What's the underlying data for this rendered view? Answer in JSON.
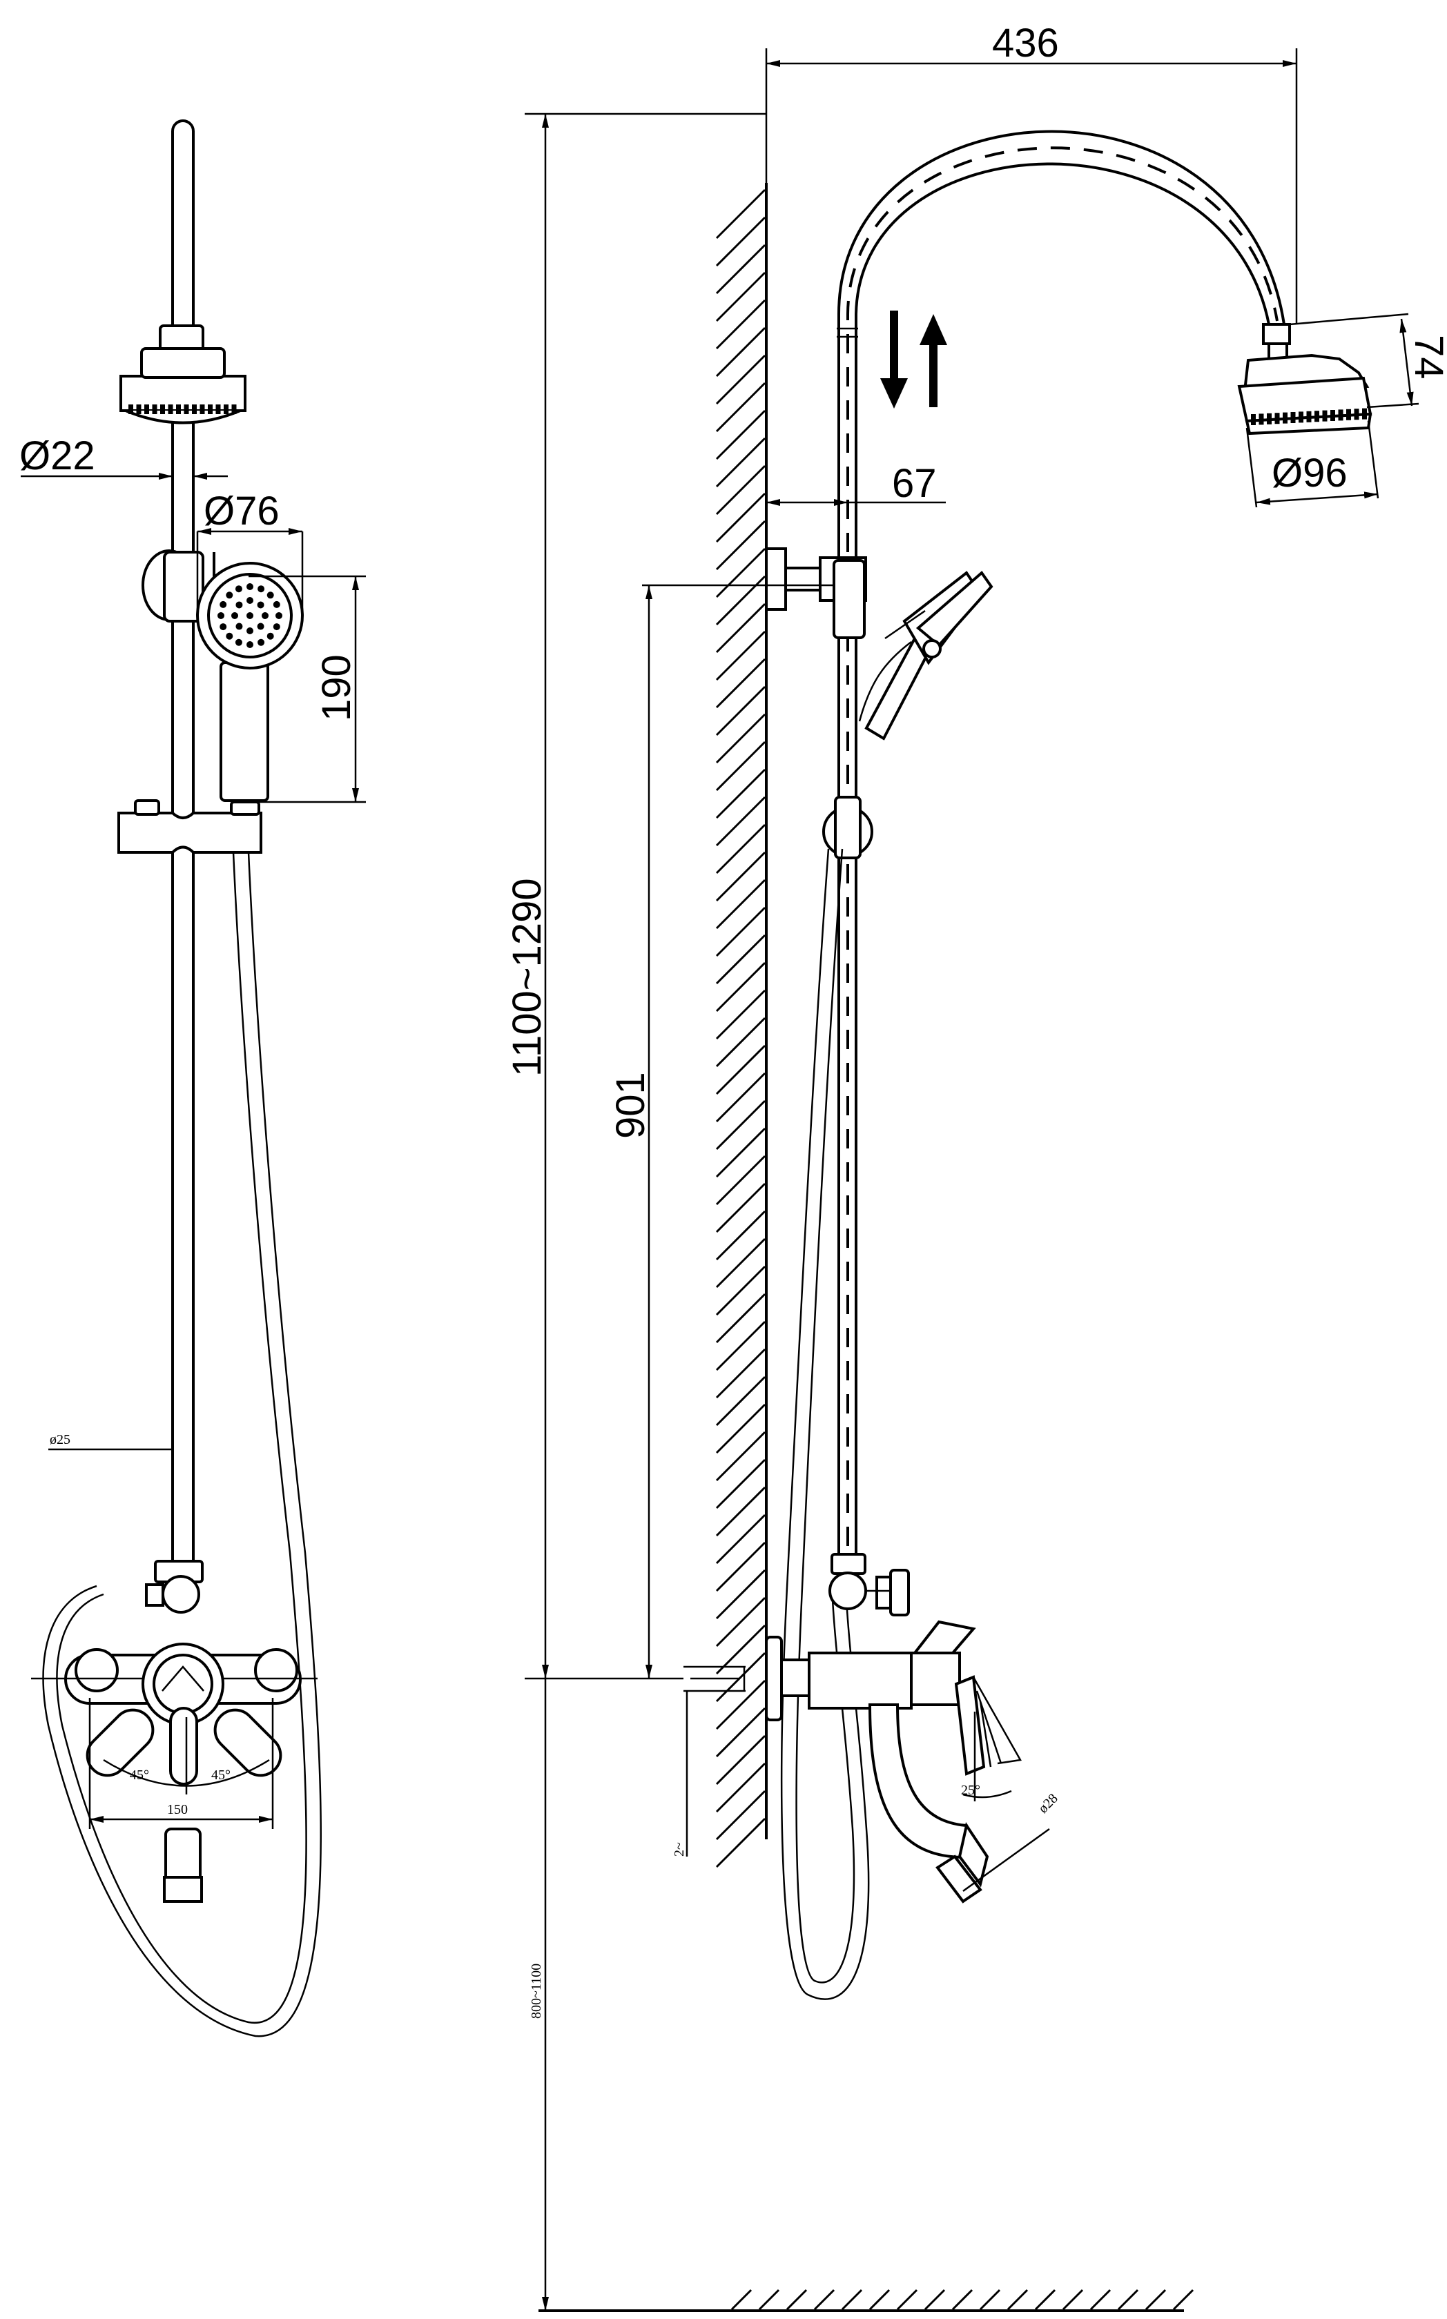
{
  "dimensions": {
    "front_bar_diameter": "Ø22",
    "front_handshower_diameter": "Ø76",
    "front_handshower_height": "190",
    "front_pipe_diameter": "ø25",
    "front_left_angle": "45°",
    "front_right_angle": "45°",
    "front_valve_spacing": "150",
    "side_arm_reach": "436",
    "side_head_height": "74",
    "side_head_diameter": "Ø96",
    "side_wall_offset": "67",
    "side_total_height": "1100~1290",
    "side_holder_height": "901",
    "side_mixer_offset": "2~",
    "side_mount_height": "800~1100",
    "side_spout_diameter": "ø28",
    "side_lever_angle": "25°"
  },
  "colors": {
    "line": "#000000",
    "background": "#ffffff"
  }
}
